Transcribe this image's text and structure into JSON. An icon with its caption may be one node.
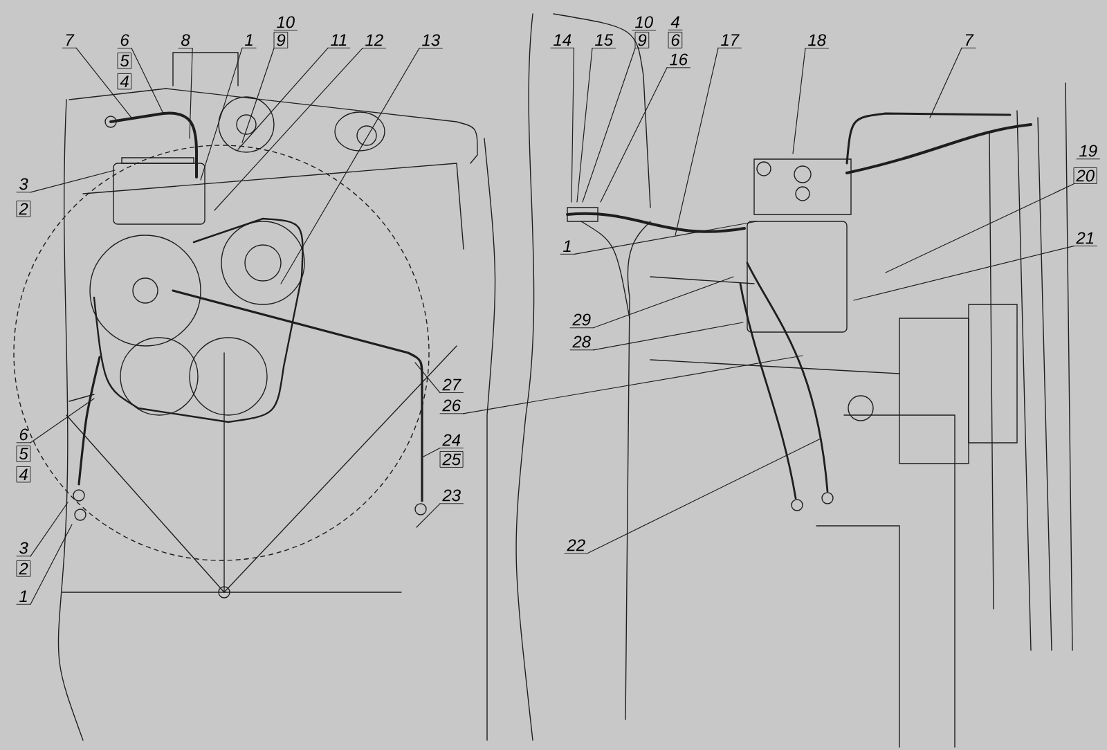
{
  "diagram": {
    "nodes": [
      {
        "text": [
          "7"
        ]
      },
      {
        "text": [
          "6"
        ]
      },
      {
        "text": [
          "5"
        ]
      },
      {
        "text": [
          "4"
        ]
      },
      {
        "text": [
          "8"
        ]
      },
      {
        "text": [
          "1"
        ]
      },
      {
        "text": [
          "10"
        ]
      },
      {
        "text": [
          "9"
        ]
      },
      {
        "text": [
          "11"
        ]
      },
      {
        "text": [
          "12"
        ]
      },
      {
        "text": [
          "13"
        ]
      },
      {
        "text": [
          "3"
        ]
      },
      {
        "text": [
          "2"
        ]
      },
      {
        "text": [
          "6"
        ]
      },
      {
        "text": [
          "5"
        ]
      },
      {
        "text": [
          "4"
        ]
      },
      {
        "text": [
          "3"
        ]
      },
      {
        "text": [
          "2"
        ]
      },
      {
        "text": [
          "1"
        ]
      },
      {
        "text": [
          "14"
        ]
      },
      {
        "text": [
          "15"
        ]
      },
      {
        "text": [
          "10"
        ]
      },
      {
        "text": [
          "9"
        ]
      },
      {
        "text": [
          "4"
        ]
      },
      {
        "text": [
          "6"
        ]
      },
      {
        "text": [
          "16"
        ]
      },
      {
        "text": [
          "17"
        ]
      },
      {
        "text": [
          "18"
        ]
      },
      {
        "text": [
          "7"
        ]
      },
      {
        "text": [
          "19"
        ]
      },
      {
        "text": [
          "20"
        ]
      },
      {
        "text": [
          "21"
        ]
      },
      {
        "text": [
          "1"
        ]
      },
      {
        "text": [
          "29"
        ]
      },
      {
        "text": [
          "28"
        ]
      },
      {
        "text": [
          "27"
        ]
      },
      {
        "text": [
          "26"
        ]
      },
      {
        "text": [
          "24"
        ]
      },
      {
        "text": [
          "25"
        ]
      },
      {
        "text": [
          "23"
        ]
      },
      {
        "text": [
          "22"
        ]
      }
    ],
    "edges": [
      {
        "from": 0,
        "to": null,
        "arrow": "none"
      },
      {
        "from": 1,
        "to": null,
        "arrow": "none"
      },
      {
        "from": 4,
        "to": null,
        "arrow": "none"
      },
      {
        "from": 5,
        "to": null,
        "arrow": "none"
      },
      {
        "from": 7,
        "to": null,
        "arrow": "none"
      },
      {
        "from": 8,
        "to": null,
        "arrow": "none"
      },
      {
        "from": 9,
        "to": null,
        "arrow": "none"
      },
      {
        "from": 10,
        "to": null,
        "arrow": "none"
      },
      {
        "from": 11,
        "to": null,
        "arrow": "none"
      },
      {
        "from": 13,
        "to": null,
        "arrow": "none"
      },
      {
        "from": 16,
        "to": null,
        "arrow": "none"
      },
      {
        "from": 18,
        "to": null,
        "arrow": "none"
      },
      {
        "from": 19,
        "to": null,
        "arrow": "none"
      },
      {
        "from": 20,
        "to": null,
        "arrow": "none"
      },
      {
        "from": 22,
        "to": null,
        "arrow": "none"
      },
      {
        "from": 25,
        "to": null,
        "arrow": "none"
      },
      {
        "from": 26,
        "to": null,
        "arrow": "none"
      },
      {
        "from": 27,
        "to": null,
        "arrow": "none"
      },
      {
        "from": 28,
        "to": null,
        "arrow": "none"
      },
      {
        "from": 30,
        "to": null,
        "arrow": "none"
      },
      {
        "from": 31,
        "to": null,
        "arrow": "none"
      },
      {
        "from": 32,
        "to": null,
        "arrow": "none"
      },
      {
        "from": 33,
        "to": null,
        "arrow": "none"
      },
      {
        "from": 34,
        "to": null,
        "arrow": "none"
      },
      {
        "from": 35,
        "to": null,
        "arrow": "none"
      },
      {
        "from": 36,
        "to": null,
        "arrow": "none"
      },
      {
        "from": 37,
        "to": null,
        "arrow": "none"
      },
      {
        "from": 39,
        "to": null,
        "arrow": "none"
      },
      {
        "from": 40,
        "to": null,
        "arrow": "none"
      }
    ]
  }
}
